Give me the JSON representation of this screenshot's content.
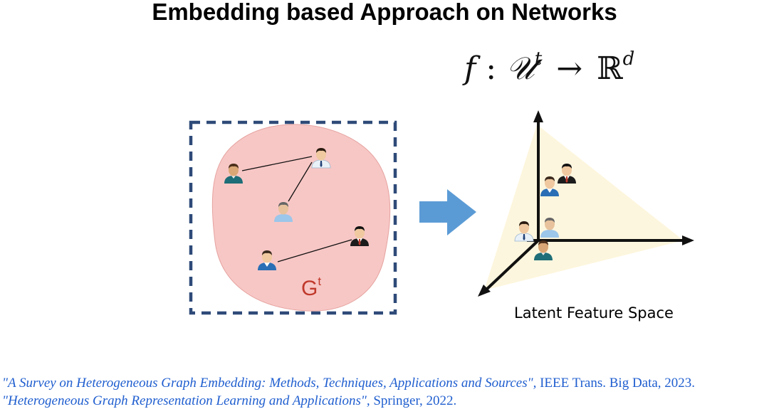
{
  "title": "Embedding based Approach on Networks",
  "formula": {
    "f": "f",
    "colon": ":",
    "domain": "𝒰",
    "domain_sup": "t",
    "arrow": "→",
    "codomain": "ℝ",
    "codomain_sup": "d"
  },
  "graph": {
    "label": "G",
    "label_sup": "t"
  },
  "latent_space_label": "Latent Feature Space",
  "references": [
    {
      "title": "\"A Survey on Heterogeneous Graph Embedding: Methods, Techniques, Applications and Sources\",",
      "venue": " IEEE Trans. Big Data, 2023."
    },
    {
      "title": "\"Heterogeneous Graph Representation Learning and Applications\",",
      "venue": " Springer, 2022."
    }
  ],
  "colors": {
    "graph_blob": "#f7c7c5",
    "dashed_border": "#2e4a78",
    "arrow": "#5b9bd5",
    "plane": "#fdf6dc",
    "axes": "#111111",
    "label_red": "#c0392b",
    "reference_blue": "#1f5ecf"
  },
  "icons": {
    "person": "person-icon",
    "transform_arrow": "right-arrow-icon"
  }
}
